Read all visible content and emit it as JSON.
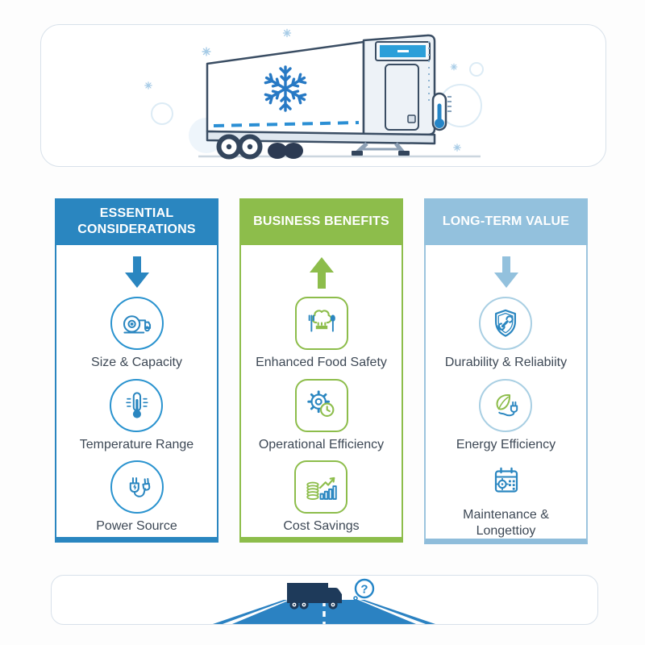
{
  "hero": {
    "name": "refrigerated-trailer-illustration",
    "icons": [
      "snowflake-icon",
      "reefer-unit-icon",
      "trailer-door-icon",
      "thermometer-gauge-icon"
    ]
  },
  "columns": [
    {
      "title": "ESSENTIAL CONSIDERATIONS",
      "accent": "#2a86c0",
      "arrow": "down-arrow-icon",
      "items": [
        {
          "icon": "measuring-tape-truck-icon",
          "label": "Size & Capacity"
        },
        {
          "icon": "thermometer-icon",
          "label": "Temperature Range"
        },
        {
          "icon": "power-plug-icon",
          "label": "Power Source"
        }
      ]
    },
    {
      "title": "BUSINESS BENEFITS",
      "accent": "#8dbd4b",
      "arrow": "up-arrow-icon",
      "items": [
        {
          "icon": "chef-hat-utensils-icon",
          "label": "Enhanced Food Safety"
        },
        {
          "icon": "gear-clock-icon",
          "label": "Operational Efficiency"
        },
        {
          "icon": "coins-bar-chart-icon",
          "label": "Cost Savings"
        }
      ]
    },
    {
      "title": "LONG-TERM VALUE",
      "accent": "#93c1dd",
      "arrow": "down-arrow-icon",
      "items": [
        {
          "icon": "shield-wrench-icon",
          "label": "Durability & Reliabiity"
        },
        {
          "icon": "leaf-plug-icon",
          "label": "Energy Efficiency"
        },
        {
          "icon": "calendar-gear-icon",
          "label": "Maintenance & Longettioy"
        }
      ]
    }
  ],
  "footer": {
    "icons": [
      "truck-silhouette-icon",
      "question-bubble-icon",
      "road-icon"
    ],
    "question_mark": "?"
  },
  "colors": {
    "blue": "#2a86c0",
    "green": "#8dbd4b",
    "light_blue": "#93c1dd",
    "panel_blue": "#2b9fd9",
    "outline_navy": "#3a4d63"
  }
}
